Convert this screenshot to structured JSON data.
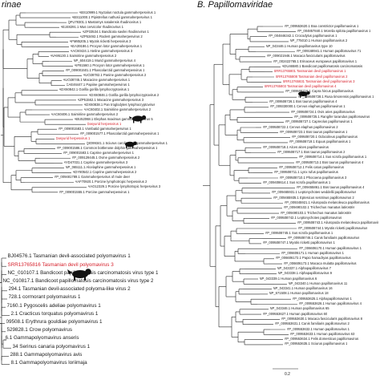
{
  "panels": {
    "left_title": "rinae",
    "right_title": "B. Papillomaviridae"
  },
  "colors": {
    "highlight": "#d6202b",
    "text": "#1a1a1a",
    "branch": "#222222"
  },
  "left_top_leaves": [
    {
      "text": "ABS10999.1 Nyctalus noctula gammaherpesvirus 1",
      "hl": false
    },
    {
      "text": "ABS11000.1 Pipistrellus nathusii gammaherpesvirus 1",
      "hl": false
    },
    {
      "text": "QFU78301.1 Mastomys natalensis rhadinovirus 1",
      "hl": false
    },
    {
      "text": "AEJ48291.1 Mus cervicolor rhadinovirus 1",
      "hl": false
    },
    {
      "text": "AZP33534.1 Bandicota savilei rhadinovirus 1",
      "hl": false
    },
    {
      "text": "AZP53492.1 Rodent gammaherpesvirus 2",
      "hl": false
    },
    {
      "text": "AFM85205.1 Myotis ricketti herpesvirus 3",
      "hl": false
    },
    {
      "text": "AEA39186.1 Procyon lotor gammaherpesvirus 1",
      "hl": false
    },
    {
      "text": "AAC60424.1 Ateline gammaherpesvirus 3",
      "hl": false
    },
    {
      "text": "AVA95130.1 Saimiriine gammaherpesvirus 2",
      "hl": false
    },
    {
      "text": "NP_604419.1 Murid gammaherpesvirus 4",
      "hl": false
    },
    {
      "text": "AIF81560.1 Procyon lotor gammaherpesvirus 1",
      "hl": false
    },
    {
      "text": "YP_009001501.1 Phascolarctid gammaherpesvirus 1",
      "hl": false
    },
    {
      "text": "AUO28782.1 Panine gammaherpesvirus 2",
      "hl": false
    },
    {
      "text": "AUO28745.1 Macacine gammaherpesvirus 1",
      "hl": false
    },
    {
      "text": "CAE46447.1 Papiine gammaherpesvirus 1",
      "hl": false
    },
    {
      "text": "ADX60842.1 Gorilla gorilla lymphocryptovirus 1",
      "hl": false
    },
    {
      "text": "ADX60846.1 Gorilla gorilla lymphocryptovirus 2",
      "hl": false
    },
    {
      "text": "AZP51562.1 Macacine gammaherpesvirus 3",
      "hl": false
    },
    {
      "text": "ADX60838.1 Pan troglodytes lymphocryptovirus",
      "hl": false
    },
    {
      "text": "AAC60402.1 Saimiriine gammaherpesvirus 2",
      "hl": false
    },
    {
      "text": "AAC60406.1 Saimiriine gammaherpesvirus 2",
      "hl": false
    },
    {
      "text": "ABU52068.1 Elephas maximus gammaherpesvirus 5",
      "hl": false
    },
    {
      "text": "Dasyurid herpesvirus 1",
      "hl": true
    },
    {
      "text": "YP_009001583.1 Vombatid gammaherpesvirus 1",
      "hl": false
    },
    {
      "text": "YP_009001577.1 Phascolarctid gammaherpesvirus 1",
      "hl": false
    },
    {
      "text": "Dasyurid herpesvirus 1",
      "hl": true
    },
    {
      "text": "QIO99341.1 Sciurus carolinensis gammaherpesvirus 1",
      "hl": false
    },
    {
      "text": "YP_009001586.1 Common bottlenose dolphin gammaherpesvirus 1",
      "hl": false
    },
    {
      "text": "YP_009001583.1 Caprine gammaherpesvirus 1",
      "hl": false
    },
    {
      "text": "YP_009129445.1 Ovine gammaherpesvirus 2",
      "hl": false
    },
    {
      "text": "AYD47031.1 Caprine gammaherpesvirus 3",
      "hl": false
    },
    {
      "text": "NP_065111.1 Alcelaphine gammaherpesvirus 1",
      "hl": false
    },
    {
      "text": "ADY80542.1 Caprine gammaherpesvirus 2",
      "hl": false
    },
    {
      "text": "YP_009481789.1 Gammaherpesvirus of mule deer",
      "hl": false
    },
    {
      "text": "AAF70920.1 Porcine lymphotropic herpesvirus 2",
      "hl": false
    },
    {
      "text": "AAO12329.1 Porcine lymphotropic herpesvirus 3",
      "hl": false
    },
    {
      "text": "YP_009001555.1 Porcine gammaherpesvirus 1",
      "hl": false
    }
  ],
  "left_bottom_leaves": [
    {
      "text": "BJ04576.1 Tasmanian devil-associated polyomavirus 1",
      "hl": false
    },
    {
      "text": "SRR13765816 Tasmanian devil polyomavirus 3",
      "hl": true
    },
    {
      "text": "NC_010107.1 Bandicoot papillomatosis carcinomatosis virus type 1",
      "hl": false
    },
    {
      "text": "NC_010817.1 Bandicoot papillomatosis carcinomatosis virus type 2",
      "hl": false
    },
    {
      "text": "294.1 Tasmanian devil-associated polyoma-like virus 2",
      "hl": false
    },
    {
      "text": "728.1 cormorant polyomavirus 1",
      "hl": false
    },
    {
      "text": "7160.1 Pygoscelis adeliae polyomavirus 1",
      "hl": false
    },
    {
      "text": "2.1 Cracticus torquatus polyomavirus 1",
      "hl": false
    },
    {
      "text": "09508.1 Erythrura gouldiae polyomavirus 1",
      "hl": false
    },
    {
      "text": "529828.1 Crow polyomavirus",
      "hl": false
    },
    {
      "text": "6.1 Gammapolyomavirus anseris",
      "hl": false
    },
    {
      "text": "34 Serinus canaria polyomavirus 1",
      "hl": false
    },
    {
      "text": "288.1 Gammapolyomavirus avis",
      "hl": false
    },
    {
      "text": "8.1 Gammapolyomavirus loriimaja",
      "hl": false
    }
  ],
  "right_leaves": [
    {
      "text": "YP_009553620.1 Boa constrictor papillomavirus 1",
      "hl": false
    },
    {
      "text": "YP_004857840.1 Morelia spilota papillomavirus 1",
      "hl": false
    },
    {
      "text": "YP_004846342.1 Crocodylus papillomavirus 1",
      "hl": false
    },
    {
      "text": "NP_775010.1 Human papillomavirus 2",
      "hl": false
    },
    {
      "text": "NP_043446.1 Human papillomavirus type 10",
      "hl": false
    },
    {
      "text": "YP_009168941.1 Human papillomavirus 71",
      "hl": false
    },
    {
      "text": "YP_009021946.1 Macaca fascicularis papillomavirus",
      "hl": false
    },
    {
      "text": "YP_002422765.1 Erinaceus europaeus papillomavirus 1",
      "hl": false
    },
    {
      "text": "ADU46580.1 Bandicoot papillomatosis carcinomatosis",
      "hl": false
    },
    {
      "text": "SRR13765801 Tasmanian devil papillomavirus 1",
      "hl": true
    },
    {
      "text": "SRR13765808 Tasmanian devil papillomavirus 2",
      "hl": true
    },
    {
      "text": "SRR13765831 Tasmanian devil papillomavirus 3",
      "hl": true
    },
    {
      "text": "SRR13765803 Tasmanian devil papillomavirus 4",
      "hl": true
    },
    {
      "text": "YP_009508716.1 Capra hircus papillomavirus",
      "hl": false
    },
    {
      "text": "YP_009508728.1 Rusa timorensis papillomavirus 1",
      "hl": false
    },
    {
      "text": "YP_009508726.1 Bos taurus papillomavirus 4",
      "hl": false
    },
    {
      "text": "YP_009330000.1 Cervus elaphus papillomavirus 1",
      "hl": false
    },
    {
      "text": "YP_009508724.1 Ovis aries papillomavirus",
      "hl": false
    },
    {
      "text": "YP_009508725.1 Rangifer tarandus papillomavirus",
      "hl": false
    },
    {
      "text": "YP_009508727.1 Capreolus papillomavirus 1",
      "hl": false
    },
    {
      "text": "YP_009508722.1 Cervus elaphus papillomavirus 2",
      "hl": false
    },
    {
      "text": "YP_009508723.1 Bos taurus papillomavirus 1",
      "hl": false
    },
    {
      "text": "YP_009508720.1 Odocoileus papillomavirus",
      "hl": false
    },
    {
      "text": "YP_009508719.1 Equus papillomavirus 1",
      "hl": false
    },
    {
      "text": "YP_009508718.1 Alces alces papillomavirus",
      "hl": false
    },
    {
      "text": "YP_009508717.1 Bos taurus papillomavirus 2",
      "hl": false
    },
    {
      "text": "YP_009508714.1 Sus scrofa papillomavirus 1",
      "hl": false
    },
    {
      "text": "YP_009508713.1 Bos taurus papillomavirus 4",
      "hl": false
    },
    {
      "text": "YP_009508712.1 Felis catus papillomavirus",
      "hl": false
    },
    {
      "text": "YP_009508711.1 Lynx rufus papillomavirus",
      "hl": false
    },
    {
      "text": "YP_009508710.1 Phocoena papillomavirus 3",
      "hl": false
    },
    {
      "text": "YP_009408614.1 Sus scrofa papillomavirus 1",
      "hl": false
    },
    {
      "text": "YP_009455861.1 Bos taurus papillomavirus 4",
      "hl": false
    },
    {
      "text": "YP_009465931.1 Leptonychotes weddellii papillomavirus",
      "hl": false
    },
    {
      "text": "YP_009465935.1 Eptesicus serotinus papillomavirus 2",
      "hl": false
    },
    {
      "text": "YP_009345921.1 Ailuropoda melanoleuca papillomavirus",
      "hl": false
    },
    {
      "text": "YP_009490102.1 Trichechus manatus latirostris",
      "hl": false
    },
    {
      "text": "YP_009490103.1 Trichechus manatus latirostris",
      "hl": false
    },
    {
      "text": "YP_009508742.1 Leptonychotes papillomavirus",
      "hl": false
    },
    {
      "text": "YP_009508743.1 Ailuropoda melanoleuca papillomavirus 5",
      "hl": false
    },
    {
      "text": "YP_009508744.1 Myotis ricketti papillomavirus",
      "hl": false
    },
    {
      "text": "YP_009508745.1 Sus scrofa papillomavirus 1",
      "hl": false
    },
    {
      "text": "YP_009508746.1 Canis familiaris papillomavirus",
      "hl": false
    },
    {
      "text": "YP_009508747.1 Myotis ricketti papillomavirus 1",
      "hl": false
    },
    {
      "text": "YP_006606170.1 Human papillomavirus 1",
      "hl": false
    },
    {
      "text": "YP_006606171.1 Human papillomavirus 1",
      "hl": false
    },
    {
      "text": "YP_006606172.1 Papio hamadryas papillomavirus",
      "hl": false
    },
    {
      "text": "YP_006606173.1 Macaca mulatta papillomavirus",
      "hl": false
    },
    {
      "text": "NP_043337.1 Alphapapillomavirus 7",
      "hl": false
    },
    {
      "text": "NP_043338.1 Alphapapillomavirus 9",
      "hl": false
    },
    {
      "text": "NP_043339.1 Human papillomavirus 6",
      "hl": false
    },
    {
      "text": "NP_043340.1 Human papillomavirus 11",
      "hl": false
    },
    {
      "text": "NP_043341.1 Human papillomavirus 16",
      "hl": false
    },
    {
      "text": "NP_671508.1 Human papillomavirus 18",
      "hl": false
    },
    {
      "text": "YP_009553625.1 Alphapapillomavirus 1",
      "hl": false
    },
    {
      "text": "YP_009553626.1 Human papillomavirus 4",
      "hl": false
    },
    {
      "text": "NP_043346.1 Human papillomavirus 65",
      "hl": false
    },
    {
      "text": "YP_009553627.1 Human papillomavirus 60",
      "hl": false
    },
    {
      "text": "YP_009553630.1 Macaca fascicularis papillomavirus 8",
      "hl": false
    },
    {
      "text": "YP_009553631.1 Canis familiaris papillomavirus 2",
      "hl": false
    },
    {
      "text": "YP_009553632.1 Human papillomavirus 1",
      "hl": false
    },
    {
      "text": "YP_009553633.1 Human papillomavirus 63",
      "hl": false
    },
    {
      "text": "YP_009553634.1 Felis domesticus papillomavirus",
      "hl": false
    },
    {
      "text": "YP_009553635.1 Sciurus papillomavirus 1",
      "hl": false
    }
  ],
  "scale_bar": {
    "label": "0.2"
  }
}
